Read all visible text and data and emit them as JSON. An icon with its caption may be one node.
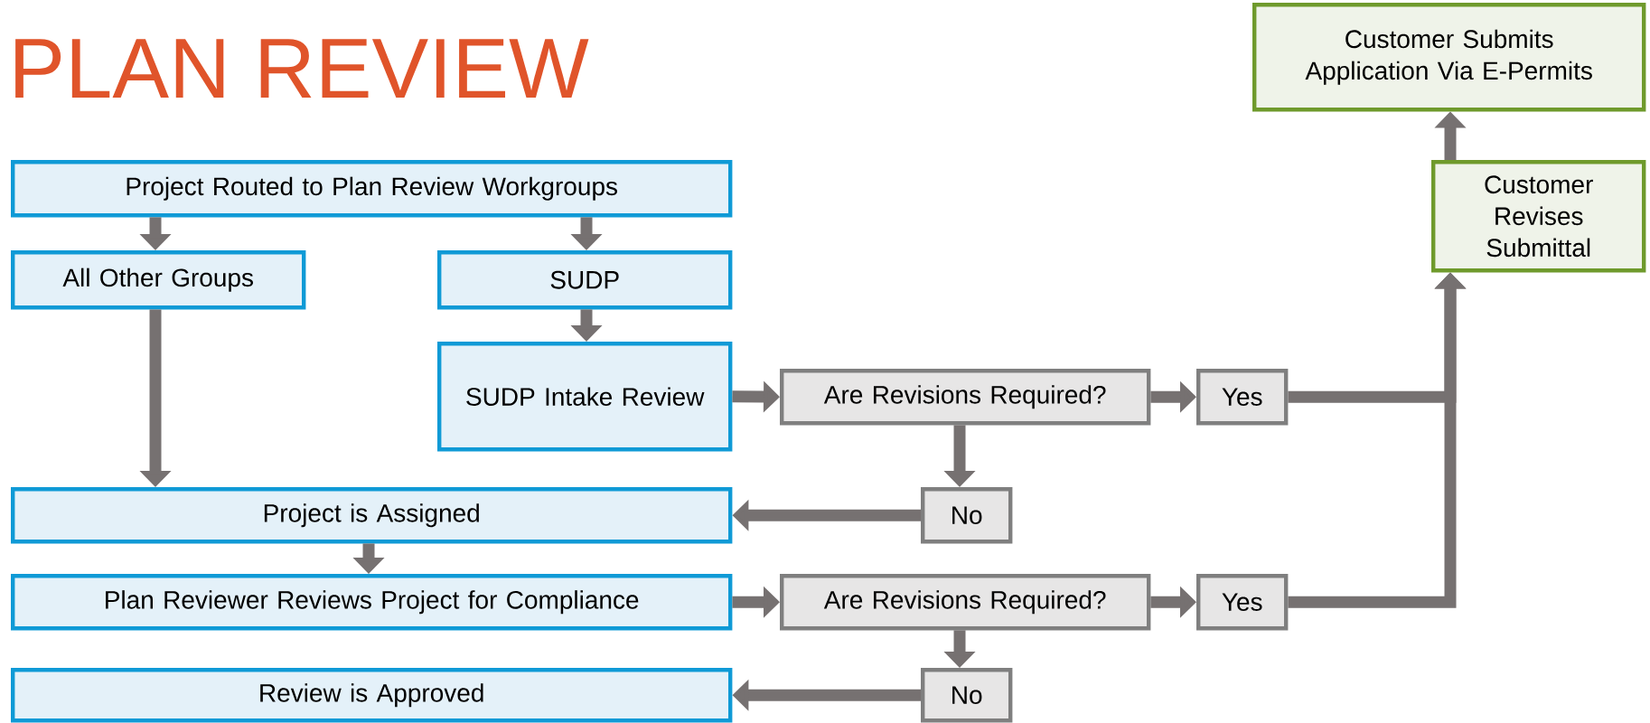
{
  "diagram": {
    "title": "PLAN REVIEW",
    "nodes": [
      {
        "text": [
          "Project Routed to Plan Review Workgroups"
        ]
      },
      {
        "text": [
          "All Other Groups"
        ]
      },
      {
        "text": [
          "SUDP"
        ]
      },
      {
        "text": [
          "SUDP Intake Review"
        ]
      },
      {
        "text": [
          "Are Revisions Required?"
        ]
      },
      {
        "text": [
          "Yes"
        ]
      },
      {
        "text": [
          "No"
        ]
      },
      {
        "text": [
          "Project is Assigned"
        ]
      },
      {
        "text": [
          "Plan Reviewer Reviews Project for Compliance"
        ]
      },
      {
        "text": [
          "Are Revisions Required?"
        ]
      },
      {
        "text": [
          "Yes"
        ]
      },
      {
        "text": [
          "No"
        ]
      },
      {
        "text": [
          "Review is Approved"
        ]
      },
      {
        "text": [
          "Customer Revises Submittal"
        ]
      },
      {
        "text": [
          "Customer Submits Application Via E-Permits"
        ]
      }
    ],
    "edges": [
      {
        "from": 0,
        "to": 1,
        "arrow": "to"
      },
      {
        "from": 0,
        "to": 2,
        "arrow": "to"
      },
      {
        "from": 2,
        "to": 3,
        "arrow": "to"
      },
      {
        "from": 1,
        "to": 7,
        "arrow": "to"
      },
      {
        "from": 3,
        "to": 4,
        "arrow": "to"
      },
      {
        "from": 4,
        "to": 5,
        "arrow": "to"
      },
      {
        "from": 4,
        "to": 6,
        "arrow": "to"
      },
      {
        "from": 6,
        "to": 7,
        "arrow": "to"
      },
      {
        "from": 7,
        "to": 8,
        "arrow": "to"
      },
      {
        "from": 8,
        "to": 9,
        "arrow": "to"
      },
      {
        "from": 9,
        "to": 10,
        "arrow": "to"
      },
      {
        "from": 9,
        "to": 11,
        "arrow": "to"
      },
      {
        "from": 11,
        "to": 12,
        "arrow": "to"
      },
      {
        "from": 5,
        "to": 13,
        "arrow": "to"
      },
      {
        "from": 10,
        "to": 13,
        "arrow": "to"
      },
      {
        "from": 13,
        "to": 14,
        "arrow": "to"
      }
    ]
  }
}
